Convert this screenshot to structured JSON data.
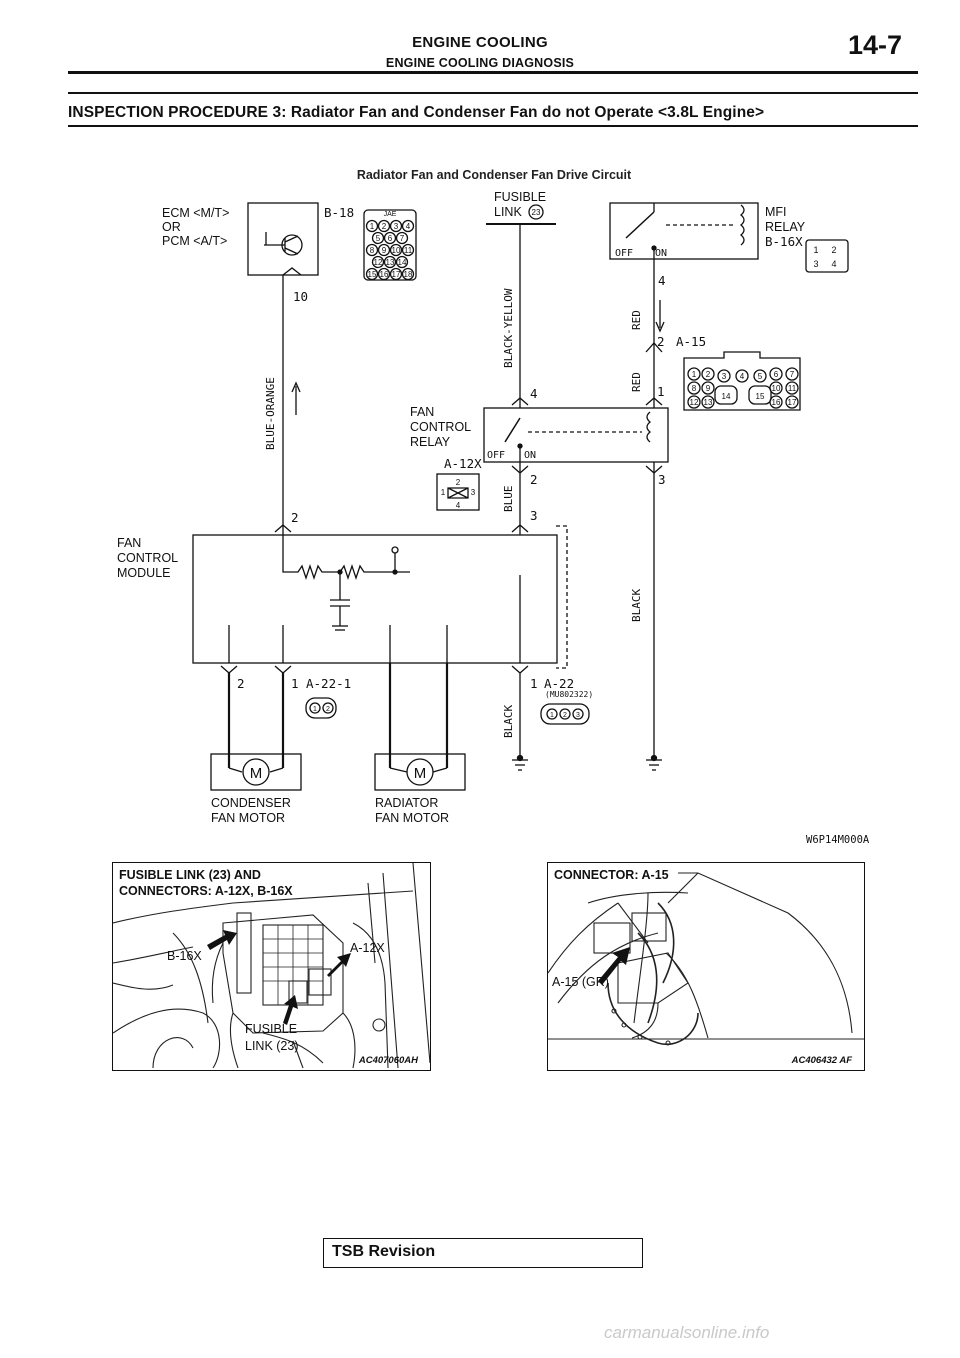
{
  "header": {
    "section": "ENGINE COOLING",
    "subsection": "ENGINE COOLING DIAGNOSIS",
    "page_number": "14-7"
  },
  "procedure_title": "INSPECTION PROCEDURE 3: Radiator Fan and Condenser Fan do not Operate <3.8L Engine>",
  "diagram": {
    "title": "Radiator Fan and Condenser Fan Drive Circuit",
    "ecm_label": [
      "ECM <M/T>",
      "OR",
      "PCM <A/T>"
    ],
    "ecm_connector": "B-18",
    "ecm_connector_brand": "JAE",
    "ecm_pin": "10",
    "fusible_link_label": [
      "FUSIBLE",
      "LINK"
    ],
    "fusible_link_no": "23",
    "mfi_relay_label": [
      "MFI",
      "RELAY"
    ],
    "mfi_connector": "B-16X",
    "switch_off": "OFF",
    "switch_on": "ON",
    "mfi_pin": "4",
    "a15_connector": "A-15",
    "a15_pin_upper": "2",
    "a15_pin_lower": "1",
    "fan_relay_label": [
      "FAN",
      "CONTROL",
      "RELAY"
    ],
    "fan_relay_connector": "A-12X",
    "fan_relay_pin_in": "4",
    "fan_relay_pin_out": "2",
    "fan_relay_pin_coil": "3",
    "module_label": [
      "FAN",
      "CONTROL",
      "MODULE"
    ],
    "module_pin_signal": "2",
    "module_pin_power": "3",
    "a22_1_pins": [
      "2",
      "1"
    ],
    "a22_1_connector": "A-22-1",
    "a22_connector": "A-22",
    "a22_pin": "1",
    "a22_part": "(MU802322)",
    "condenser_motor": [
      "CONDENSER",
      "FAN MOTOR"
    ],
    "radiator_motor": [
      "RADIATOR",
      "FAN MOTOR"
    ],
    "motor_symbol": "M",
    "wires": {
      "blue_orange": "BLUE-ORANGE",
      "black_yellow": "BLACK-YELLOW",
      "red_upper": "RED",
      "red_lower": "RED",
      "blue": "BLUE",
      "black_right": "BLACK",
      "black_left": "BLACK"
    },
    "drawing_code": "W6P14M000A"
  },
  "photo_left": {
    "caption": [
      "FUSIBLE LINK (23) AND",
      "CONNECTORS: A-12X, B-16X"
    ],
    "callouts": {
      "b16x": "B-16X",
      "a12x": "A-12X",
      "fusible": [
        "FUSIBLE",
        "LINK (23)"
      ]
    },
    "code": "AC407060AH"
  },
  "photo_right": {
    "caption": [
      "CONNECTOR: A-15"
    ],
    "callouts": {
      "a15": "A-15 (GR)"
    },
    "code": "AC406432 AF"
  },
  "footer": {
    "tsb": "TSB Revision"
  },
  "watermark": "carmanualsonline.info"
}
